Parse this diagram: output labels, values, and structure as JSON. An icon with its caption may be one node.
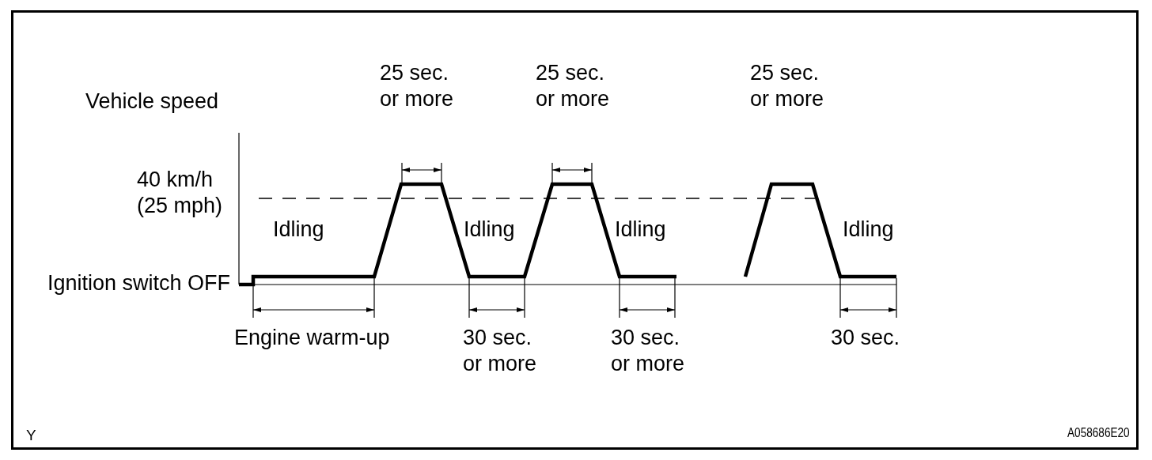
{
  "diagram": {
    "labels": [
      "Vehicle speed",
      "25 sec. or more",
      "25 sec. or more",
      "25 sec. or more",
      "40 km/h (25 mph)",
      "Idling",
      "Idling",
      "Idling",
      "Idling",
      "Ignition switch OFF",
      "Engine warm-up",
      "30 sec. or more",
      "30 sec. or more",
      "30 sec.",
      "Y",
      "A058686E20"
    ]
  }
}
